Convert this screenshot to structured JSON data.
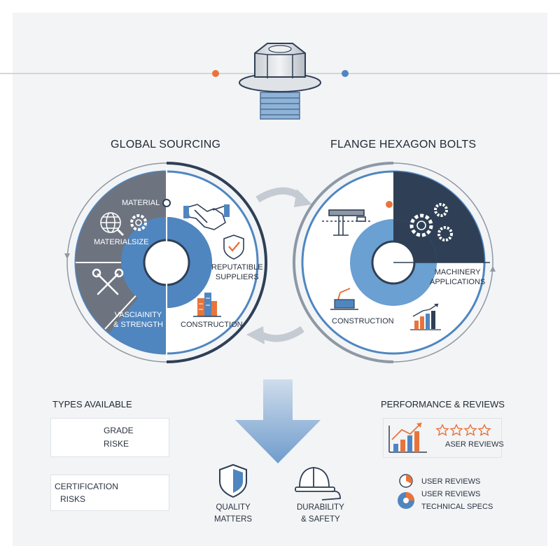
{
  "titles": {
    "left": "GLOBAL SOURCING",
    "right": "FLANGE HEXAGON BOLTS"
  },
  "left_circle": {
    "material_top": "MATERIAL",
    "material": "MATERIAL",
    "size": "SIZE",
    "strength_1": "VASCIAINITY",
    "strength_2": "& STRENGTH",
    "suppliers_1": "REPUTATIBLE",
    "suppliers_2": "SUPPLIERS",
    "construction": "CONSTRUCTION"
  },
  "right_circle": {
    "machinery_1": "MACHINERY",
    "machinery_2": "APPLICATIONS",
    "construction": "CONSTRUCTION"
  },
  "types": {
    "heading": "TYPES AVAILABLE",
    "grade_1": "GRADE",
    "grade_2": "RISKE",
    "cert_1": "CERTIFICATION",
    "cert_2": "RISKS"
  },
  "center": {
    "quality_1": "QUALITY",
    "quality_2": "MATTERS",
    "durability_1": "DURABILITY",
    "durability_2": "& SAFETY"
  },
  "performance": {
    "heading": "PERFORMANCE & REVIEWS",
    "aser_reviews": "ASER REVIEWS",
    "legend": [
      "USER REVIEWS",
      "USER REVIEWS",
      "TECHNICAL SPECS"
    ]
  },
  "colors": {
    "dark_gray": "#6d7480",
    "steel_blue": "#4f86c0",
    "navy": "#2f3f55",
    "orange": "#e8743b",
    "red_x": "#e0553d"
  },
  "icons": [
    "hex-bolt-icon",
    "globe-icon",
    "gear-icon",
    "wrench-icon",
    "handshake-icon",
    "shield-check-icon",
    "building-icon",
    "crane-icon",
    "gears-icon",
    "excavator-icon",
    "bar-chart-icon",
    "certificate-icon",
    "close-icon",
    "chain-link-icon",
    "shield-icon",
    "hard-hat-icon",
    "star-icon",
    "pie-icon"
  ]
}
